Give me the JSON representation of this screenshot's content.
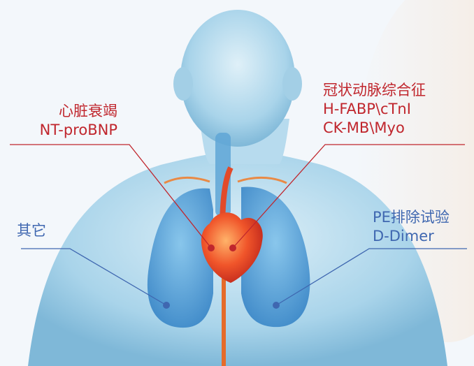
{
  "annotations": {
    "heart_failure": {
      "name": "心脏衰竭",
      "markers": "NT-proBNP"
    },
    "acute_coronary": {
      "name": "冠状动脉综合征",
      "markers_line1": "H-FABP\\cTnI",
      "markers_line2": "CK-MB\\Myo"
    },
    "other": {
      "name": "其它"
    },
    "pe_exclusion": {
      "name": "PE排除试验",
      "markers": "D-Dimer"
    }
  },
  "colors": {
    "red_label": "#c0262d",
    "blue_label": "#3f67b0",
    "body": "#a9d4ea",
    "lung": "#3b8fd0",
    "heart": "#e8472a"
  }
}
